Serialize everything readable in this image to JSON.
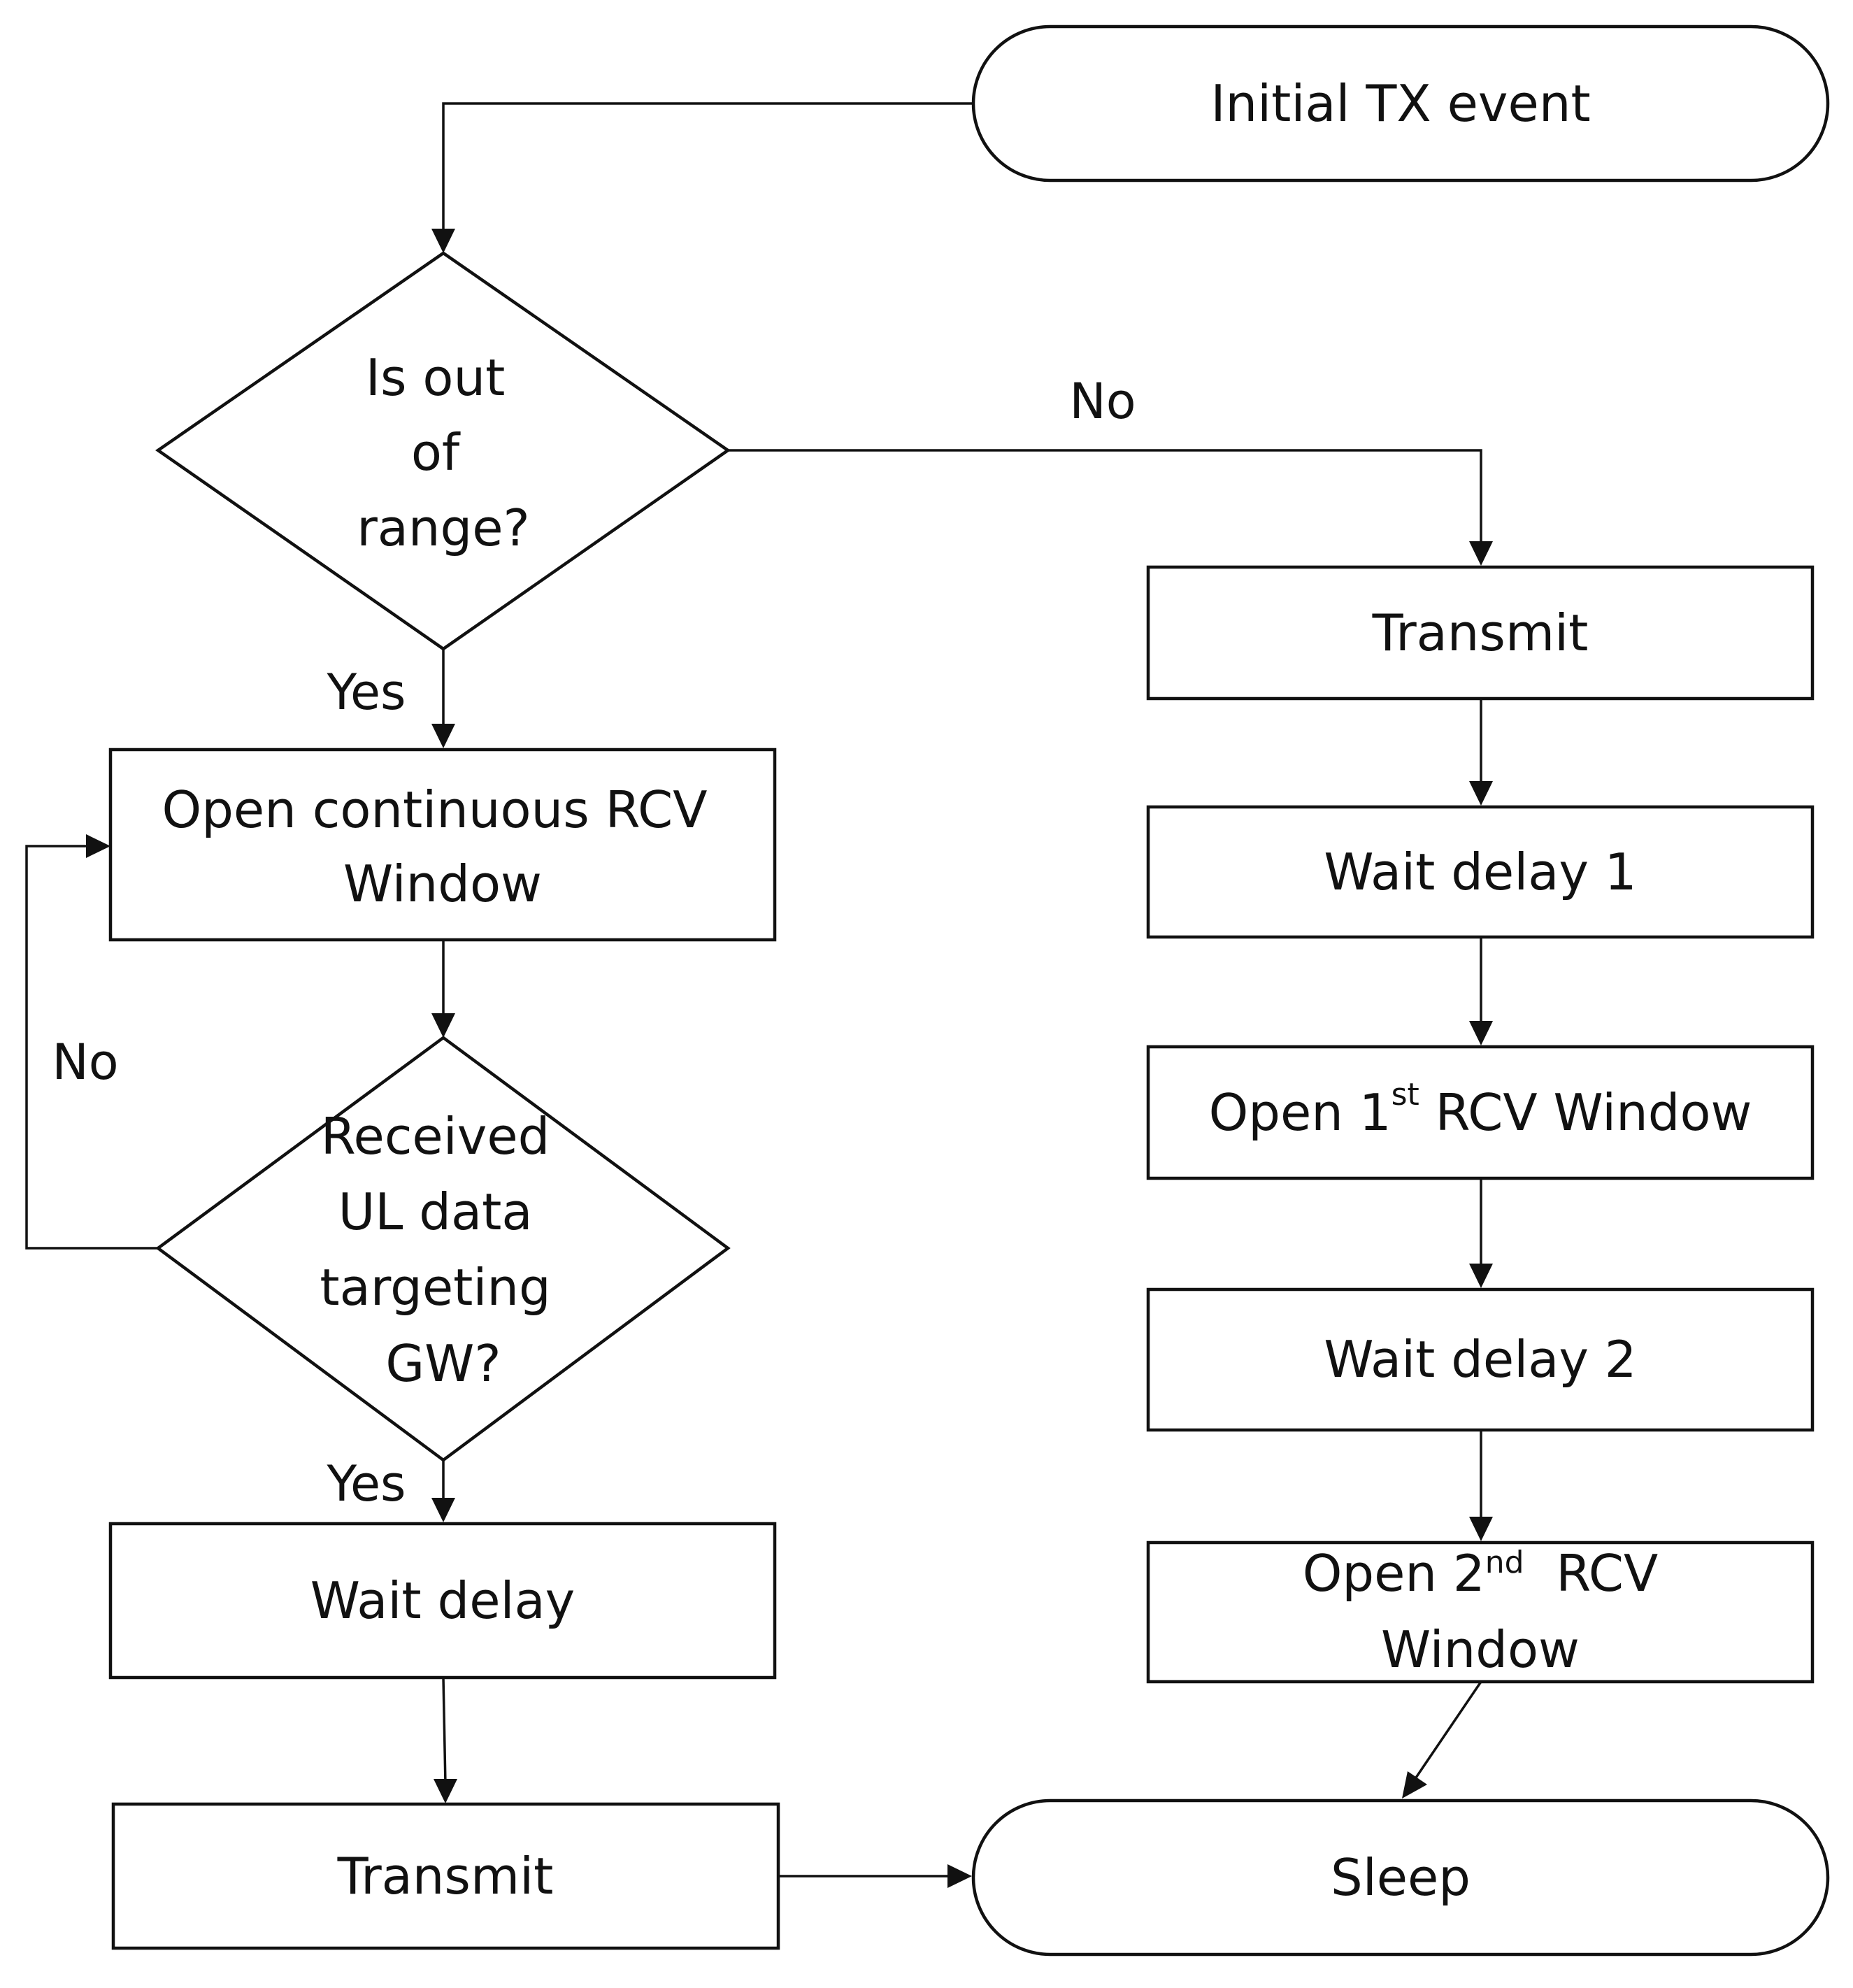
{
  "flowchart": {
    "start": "Initial TX event",
    "end": "Sleep",
    "decision_range": {
      "lines": [
        "Is out",
        "of",
        "range?"
      ]
    },
    "decision_received": {
      "lines": [
        "Received",
        "UL data",
        "targeting",
        "GW?"
      ]
    },
    "left": {
      "open_window": {
        "lines": [
          "Open continuous RCV",
          "Window"
        ]
      },
      "wait": "Wait delay",
      "transmit": "Transmit"
    },
    "right": {
      "transmit": "Transmit",
      "wait1": "Wait delay 1",
      "open1": {
        "pre": "Open 1",
        "sup": "st",
        "post": " RCV Window"
      },
      "wait2": "Wait delay 2",
      "open2": {
        "pre": "Open 2",
        "sup": "nd",
        "post": "  RCV",
        "line2": "Window"
      }
    },
    "edge_labels": {
      "range_no": "No",
      "range_yes": "Yes",
      "received_no": "No",
      "received_yes": "Yes"
    }
  }
}
